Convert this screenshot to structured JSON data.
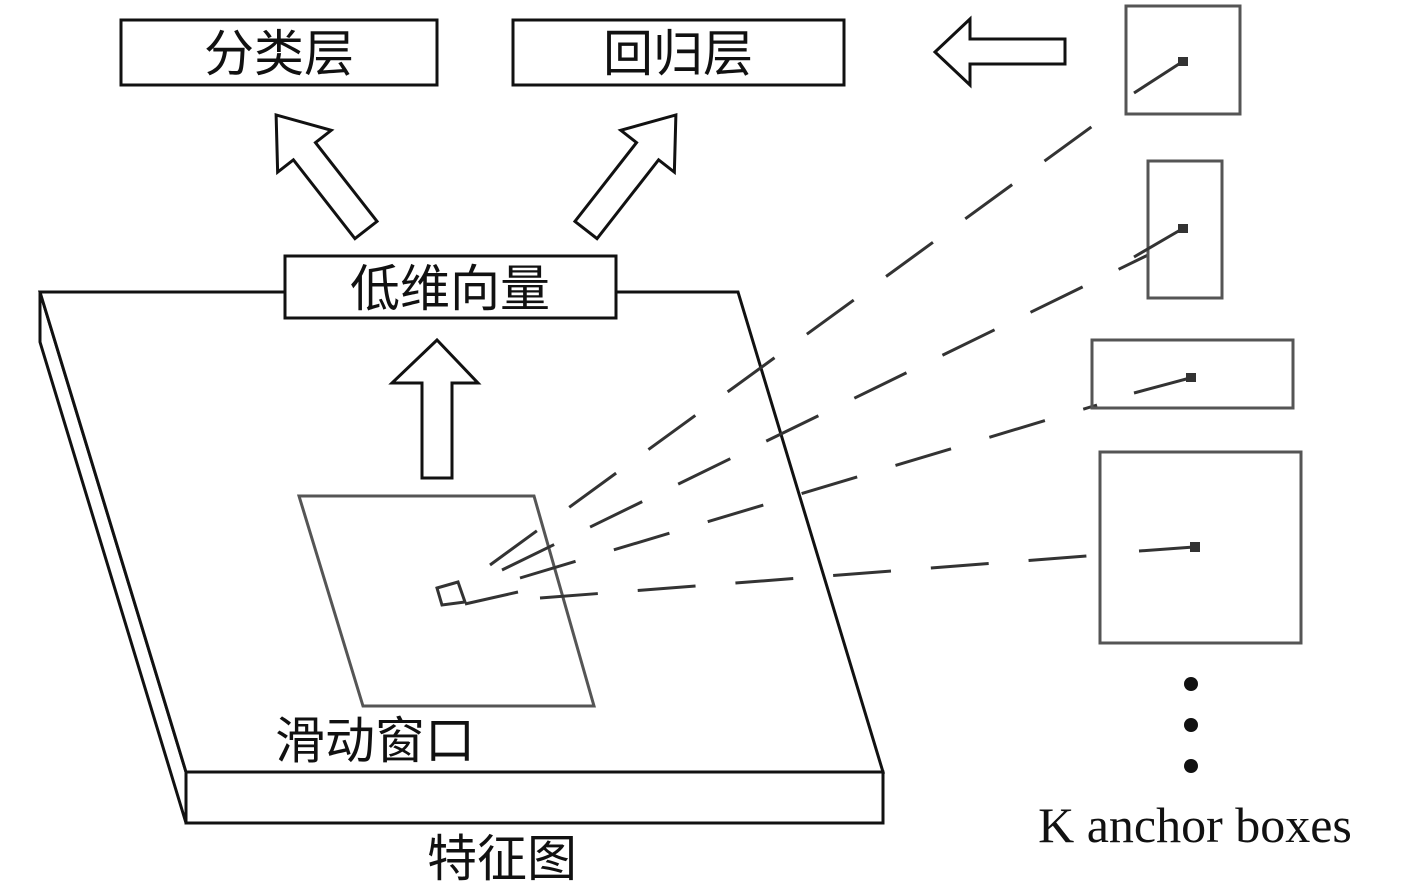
{
  "labels": {
    "classification_layer": "分类层",
    "regression_layer": "回归层",
    "low_dim_vector": "低维向量",
    "sliding_window": "滑动窗口",
    "feature_map": "特征图",
    "anchor_caption": "K anchor boxes"
  },
  "anchors": [
    {
      "shape": "square"
    },
    {
      "shape": "tall"
    },
    {
      "shape": "wide"
    },
    {
      "shape": "large-square"
    }
  ],
  "colors": {
    "stroke": "#111111",
    "window": "#555555",
    "dash": "#333333"
  }
}
